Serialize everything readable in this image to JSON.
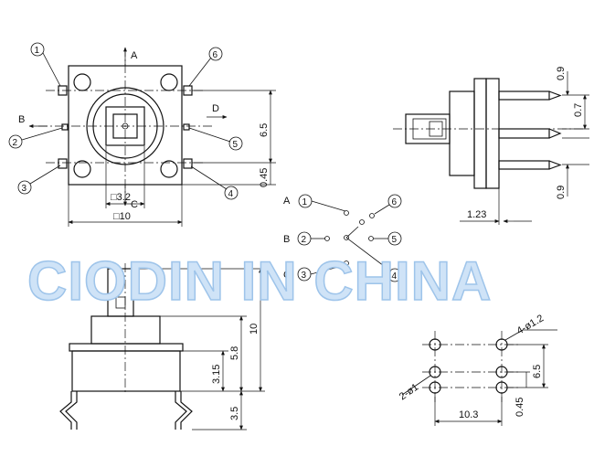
{
  "watermark": "CIODIN IN CHINA",
  "top_view": {
    "label_a": "A",
    "label_b": "B",
    "label_c": "C",
    "label_d": "D",
    "pin1": "1",
    "pin2": "2",
    "pin3": "3",
    "pin4": "4",
    "pin5": "5",
    "pin6": "6",
    "dim_65": "6.5",
    "dim_045": "0.45",
    "dim_32": "□3.2",
    "dim_10": "□10"
  },
  "side_right": {
    "dim_09_top": "0.9",
    "dim_07": "0.7",
    "dim_09_bottom": "0.9",
    "dim_123": "1.23"
  },
  "schematic": {
    "a": "A",
    "b": "B",
    "c": "C",
    "p1": "1",
    "p2": "2",
    "p3": "3",
    "p4": "4",
    "p5": "5",
    "p6": "6"
  },
  "front_view": {
    "dim_10": "10",
    "dim_58": "5.8",
    "dim_315": "3.15",
    "dim_35": "3.5"
  },
  "footprint": {
    "dim_holes": "4-ø1.2",
    "dim_2holes": "2-ø1",
    "dim_65": "6.5",
    "dim_103": "10.3",
    "dim_045": "0.45"
  },
  "colors": {
    "line": "#111111",
    "watermark_fill": "#cfe3f7",
    "watermark_stroke": "#9ec4ea"
  }
}
